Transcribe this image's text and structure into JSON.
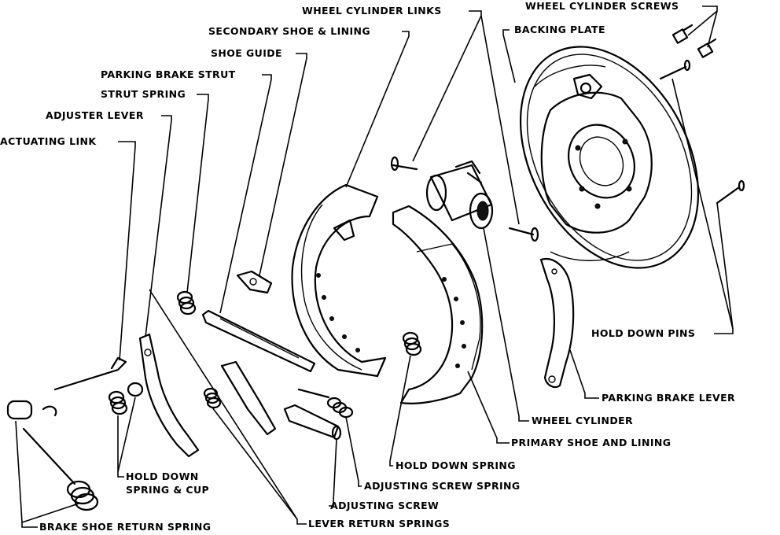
{
  "labels": {
    "wheel_cylinder_links": "WHEEL CYLINDER LINKS",
    "wheel_cylinder_screws": "WHEEL CYLINDER SCREWS",
    "backing_plate": "BACKING PLATE",
    "secondary_shoe_lining": "SECONDARY SHOE & LINING",
    "shoe_guide": "SHOE GUIDE",
    "parking_brake_strut": "PARKING BRAKE STRUT",
    "strut_spring": "STRUT SPRING",
    "adjuster_lever": "ADJUSTER LEVER",
    "actuating_link": "ACTUATING LINK",
    "hold_down_pins": "HOLD DOWN PINS",
    "parking_brake_lever": "PARKING BRAKE LEVER",
    "wheel_cylinder": "WHEEL CYLINDER",
    "primary_shoe_lining": "PRIMARY SHOE AND LINING",
    "hold_down_spring": "HOLD DOWN SPRING",
    "adjusting_screw_spring": "ADJUSTING SCREW SPRING",
    "adjusting_screw": "ADJUSTING SCREW",
    "hold_down_spring_cup_1": "HOLD DOWN",
    "hold_down_spring_cup_2": "SPRING & CUP",
    "brake_shoe_return_spring": "BRAKE SHOE RETURN SPRING",
    "lever_return_springs": "LEVER RETURN SPRINGS"
  }
}
